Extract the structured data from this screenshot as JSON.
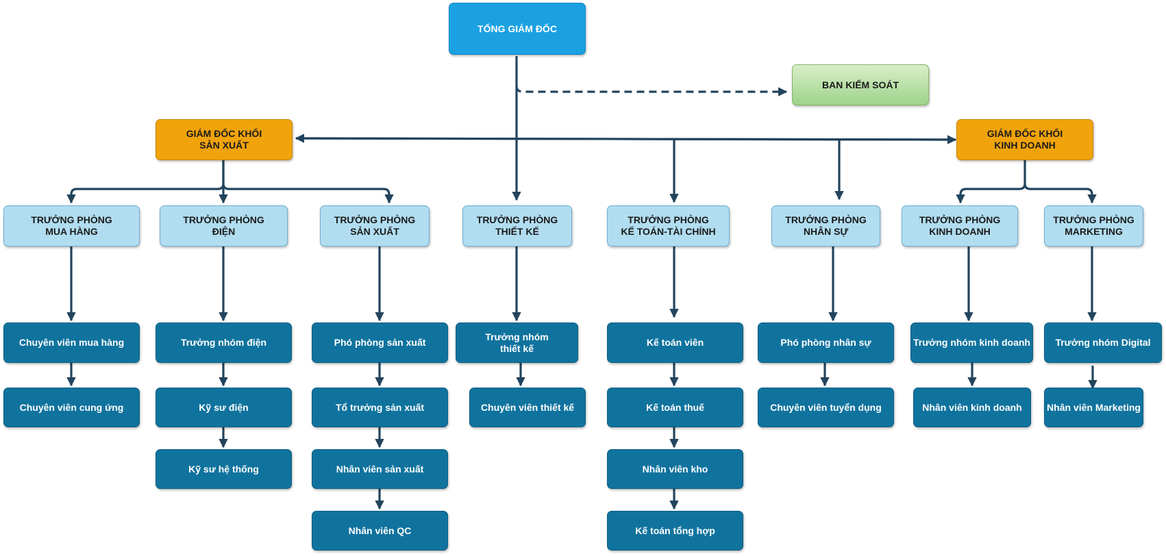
{
  "colors": {
    "connector": "#23445d",
    "ceo_fill": "#1ba1e2",
    "control_fill": "#9fd38a",
    "director_fill": "#f0a30a",
    "head_fill": "#b1ddf0",
    "staff_fill": "#10739e"
  },
  "top": {
    "ceo": "TỔNG GIÁM ĐỐC",
    "control_board": "BAN KIỂM SOÁT"
  },
  "directors": {
    "production": "GIÁM ĐỐC KHỐI\nSẢN XUẤT",
    "business": "GIÁM ĐỐC KHỐI\nKINH DOANH"
  },
  "departments": [
    {
      "head": "TRƯỞNG PHÒNG\nMUA HÀNG",
      "staff": [
        "Chuyên viên mua hàng",
        "Chuyên viên cung ứng"
      ]
    },
    {
      "head": "TRƯỞNG PHÒNG\nĐIỆN",
      "staff": [
        "Trưởng nhóm điện",
        "Kỹ sư điện",
        "Kỹ sư hệ thống"
      ]
    },
    {
      "head": "TRƯỞNG PHÒNG\nSẢN XUẤT",
      "staff": [
        "Phó phòng sản xuất",
        "Tổ trưởng sản xuất",
        "Nhân viên sản xuất",
        "Nhân viên QC"
      ]
    },
    {
      "head": "TRƯỞNG PHÒNG\nTHIẾT KẾ",
      "staff": [
        "Trưởng nhóm\nthiết kế",
        "Chuyên viên thiết kế"
      ]
    },
    {
      "head": "TRƯỞNG PHÒNG\nKẾ TOÁN-TÀI CHÍNH",
      "staff": [
        "Kế toán viên",
        "Kế toán thuế",
        "Nhân viên kho",
        "Kế toán tổng hợp"
      ]
    },
    {
      "head": "TRƯỞNG PHÒNG\nNHÂN SỰ",
      "staff": [
        "Phó phòng nhân sự",
        "Chuyên viên tuyển dụng"
      ]
    },
    {
      "head": "TRƯỞNG PHÒNG\nKINH DOANH",
      "staff": [
        "Trưởng nhóm kinh doanh",
        "Nhân viên kinh doanh"
      ]
    },
    {
      "head": "TRƯỞNG PHÒNG\nMARKETING",
      "staff": [
        "Trưởng nhóm Digital",
        "Nhân viên Marketing"
      ]
    }
  ]
}
